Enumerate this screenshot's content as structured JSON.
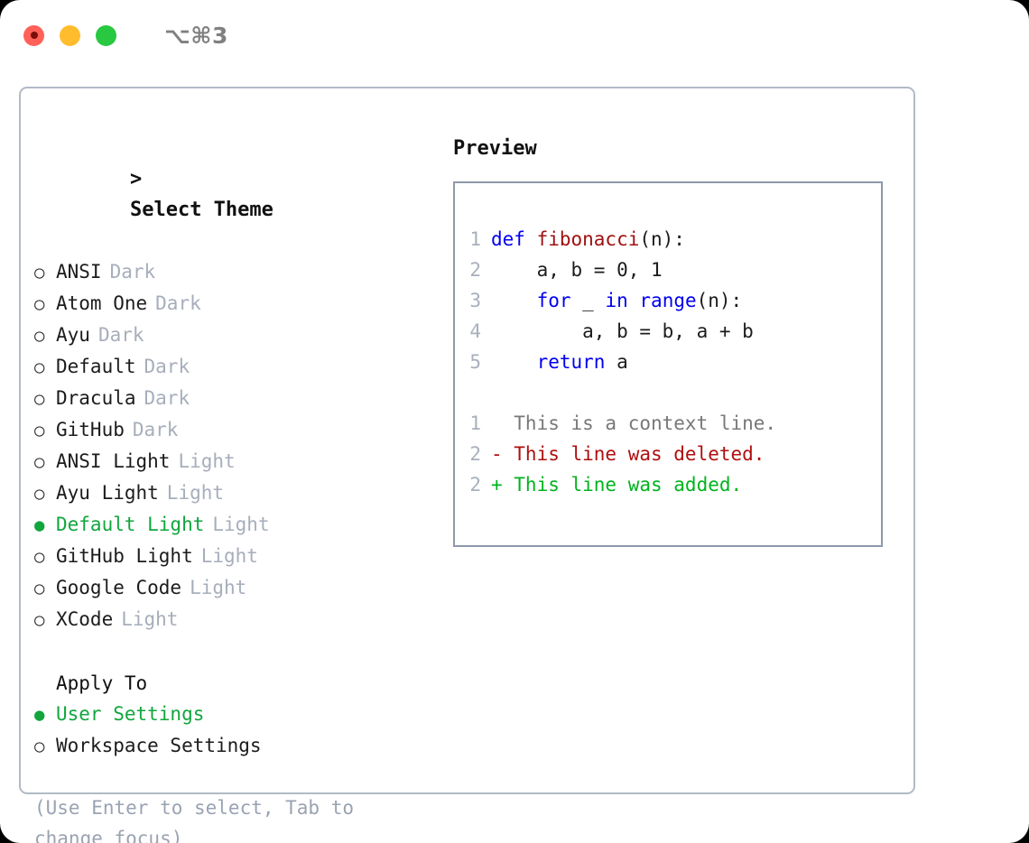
{
  "titlebar": {
    "shortcut": "⌥⌘3",
    "buttons": [
      {
        "name": "close",
        "color": "#ff6159"
      },
      {
        "name": "minimize",
        "color": "#ffbd2e"
      },
      {
        "name": "zoom",
        "color": "#28c840"
      }
    ]
  },
  "colors": {
    "accent_green": "#11a63d",
    "muted": "#a7aebb",
    "hint": "#9aa3b2",
    "border": "#b2bac6",
    "preview_border": "#8d99ab",
    "keyword_blue": "#0000ee",
    "function_red": "#a01010",
    "diff_add": "#00b41e",
    "diff_del": "#b00f0f",
    "line_number": "#a8b0bc"
  },
  "theme_list": {
    "header_marker": ">",
    "header": "Select Theme",
    "marker_selected": "●",
    "marker_unselected": "○",
    "items": [
      {
        "label": "ANSI",
        "category": "Dark",
        "selected": false
      },
      {
        "label": "Atom One",
        "category": "Dark",
        "selected": false
      },
      {
        "label": "Ayu",
        "category": "Dark",
        "selected": false
      },
      {
        "label": "Default",
        "category": "Dark",
        "selected": false
      },
      {
        "label": "Dracula",
        "category": "Dark",
        "selected": false
      },
      {
        "label": "GitHub",
        "category": "Dark",
        "selected": false
      },
      {
        "label": "ANSI Light",
        "category": "Light",
        "selected": false
      },
      {
        "label": "Ayu Light",
        "category": "Light",
        "selected": false
      },
      {
        "label": "Default Light",
        "category": "Light",
        "selected": true
      },
      {
        "label": "GitHub Light",
        "category": "Light",
        "selected": false
      },
      {
        "label": "Google Code",
        "category": "Light",
        "selected": false
      },
      {
        "label": "XCode",
        "category": "Light",
        "selected": false
      }
    ]
  },
  "apply_to": {
    "title": "Apply To",
    "items": [
      {
        "label": "User Settings",
        "selected": true
      },
      {
        "label": "Workspace Settings",
        "selected": false
      }
    ]
  },
  "hint": "(Use Enter to select, Tab to change focus)",
  "preview": {
    "title": "Preview",
    "code": [
      {
        "number": "1",
        "tokens": [
          {
            "t": "def ",
            "c": "kw"
          },
          {
            "t": "fibonacci",
            "c": "fn"
          },
          {
            "t": "(n):",
            "c": "code-text"
          }
        ]
      },
      {
        "number": "2",
        "tokens": [
          {
            "t": "    a, b = 0, 1",
            "c": "code-text"
          }
        ]
      },
      {
        "number": "3",
        "tokens": [
          {
            "t": "    ",
            "c": "code-text"
          },
          {
            "t": "for",
            "c": "kw"
          },
          {
            "t": " _ ",
            "c": "code-text"
          },
          {
            "t": "in",
            "c": "kw"
          },
          {
            "t": " ",
            "c": "code-text"
          },
          {
            "t": "range",
            "c": "kw"
          },
          {
            "t": "(n):",
            "c": "code-text"
          }
        ]
      },
      {
        "number": "4",
        "tokens": [
          {
            "t": "        a, b = b, a + b",
            "c": "code-text"
          }
        ]
      },
      {
        "number": "5",
        "tokens": [
          {
            "t": "    ",
            "c": "code-text"
          },
          {
            "t": "return",
            "c": "kw"
          },
          {
            "t": " a",
            "c": "code-text"
          }
        ]
      }
    ],
    "diff": [
      {
        "number": "1",
        "text": "  This is a context line.",
        "kind": "diff-ctx"
      },
      {
        "number": "2",
        "text": "- This line was deleted.",
        "kind": "diff-del"
      },
      {
        "number": "2",
        "text": "+ This line was added.",
        "kind": "diff-add"
      }
    ]
  }
}
